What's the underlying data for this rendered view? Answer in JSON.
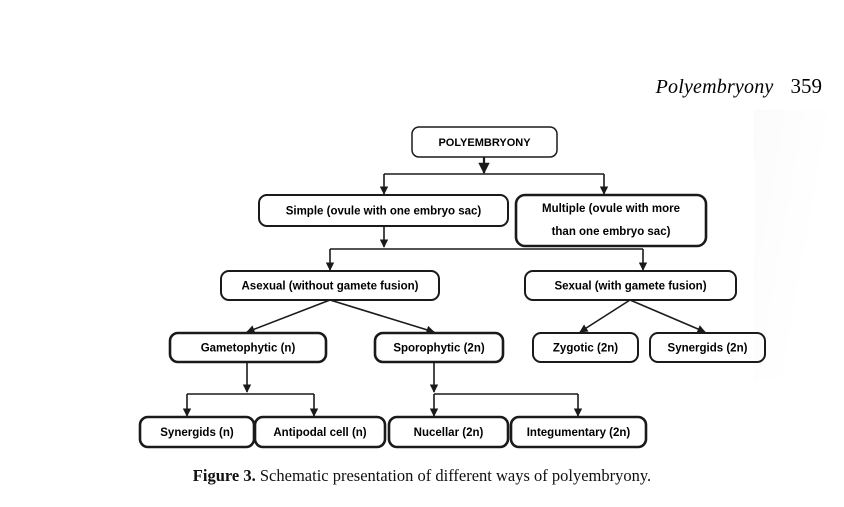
{
  "running_head": {
    "title": "Polyembryony",
    "page_number": "359"
  },
  "caption": {
    "label": "Figure 3.",
    "text": " Schematic presentation of different ways of polyembryony."
  },
  "colors": {
    "background": "#ffffff",
    "node_stroke": "#1a1a1a",
    "node_fill": "#ffffff",
    "connector": "#1a1a1a",
    "text": "#000000"
  },
  "chart_data": {
    "type": "diagram",
    "title": "Schematic presentation of different ways of polyembryony",
    "diagram_kind": "hierarchical flowchart",
    "orientation": "top-down",
    "levels": [
      {
        "level": 1,
        "nodes": [
          "POLYEMBRYONY"
        ]
      },
      {
        "level": 2,
        "nodes": [
          "Simple (ovule with one embryo sac)",
          "Multiple (ovule with more than one embryo sac)"
        ]
      },
      {
        "level": 3,
        "nodes": [
          "Asexual (without gamete fusion)",
          "Sexual (with gamete fusion)"
        ]
      },
      {
        "level": 4,
        "nodes": [
          "Gametophytic (n)",
          "Sporophytic (2n)",
          "Zygotic (2n)",
          "Synergids (2n)"
        ]
      },
      {
        "level": 5,
        "nodes": [
          "Synergids (n)",
          "Antipodal cell (n)",
          "Nucellar (2n)",
          "Integumentary (2n)"
        ]
      }
    ],
    "edges": [
      {
        "from": "POLYEMBRYONY",
        "to": "Simple (ovule with one embryo sac)"
      },
      {
        "from": "POLYEMBRYONY",
        "to": "Multiple (ovule with more than one embryo sac)"
      },
      {
        "from": "Simple (ovule with one embryo sac)",
        "to": "Asexual (without gamete fusion)"
      },
      {
        "from": "Simple (ovule with one embryo sac)",
        "to": "Sexual (with gamete fusion)"
      },
      {
        "from": "Asexual (without gamete fusion)",
        "to": "Gametophytic (n)"
      },
      {
        "from": "Asexual (without gamete fusion)",
        "to": "Sporophytic (2n)"
      },
      {
        "from": "Sexual (with gamete fusion)",
        "to": "Zygotic (2n)"
      },
      {
        "from": "Sexual (with gamete fusion)",
        "to": "Synergids (2n)"
      },
      {
        "from": "Gametophytic (n)",
        "to": "Synergids (n)"
      },
      {
        "from": "Gametophytic (n)",
        "to": "Antipodal cell (n)"
      },
      {
        "from": "Sporophytic (2n)",
        "to": "Nucellar (2n)"
      },
      {
        "from": "Sporophytic (2n)",
        "to": "Integumentary (2n)"
      }
    ]
  },
  "nodes": {
    "root": "POLYEMBRYONY",
    "simple": "Simple (ovule with one embryo sac)",
    "multiple_line1": "Multiple (ovule with more",
    "multiple_line2": "than one embryo sac)",
    "asexual": "Asexual (without gamete fusion)",
    "sexual": "Sexual (with gamete fusion)",
    "gametophytic": "Gametophytic (n)",
    "sporophytic": "Sporophytic (2n)",
    "zygotic": "Zygotic (2n)",
    "synergids_2n": "Synergids (2n)",
    "synergids_n": "Synergids (n)",
    "antipodal": "Antipodal cell (n)",
    "nucellar": "Nucellar (2n)",
    "integumentary": "Integumentary (2n)"
  }
}
